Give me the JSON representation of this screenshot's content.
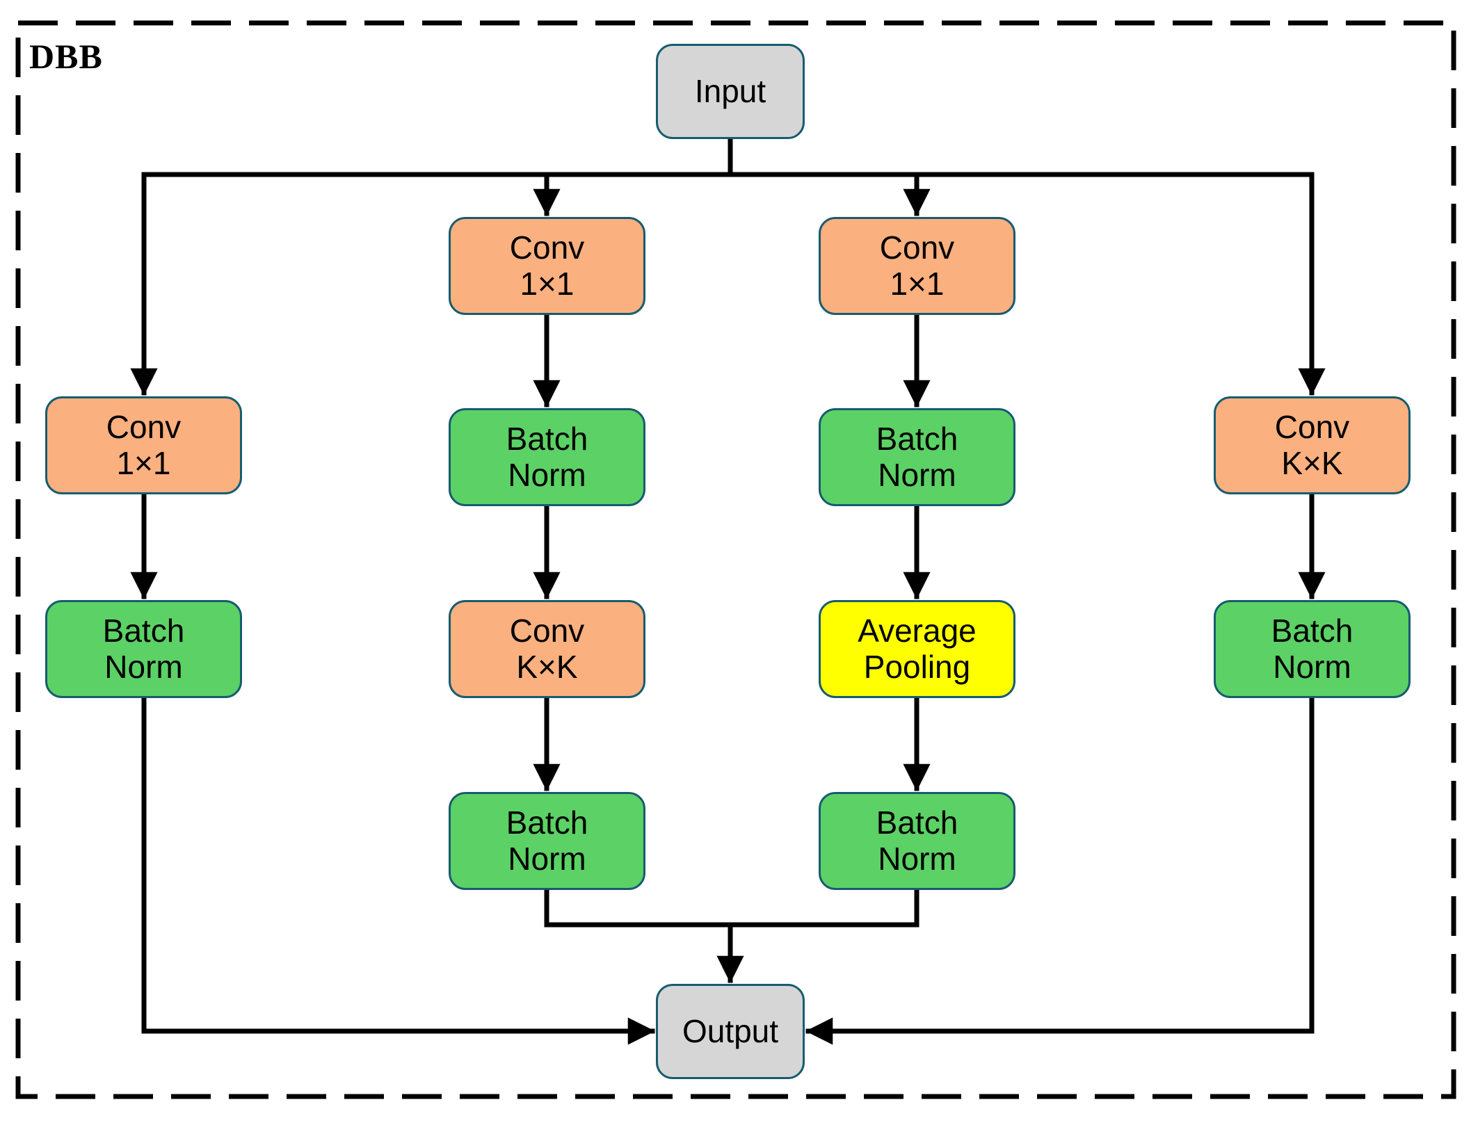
{
  "diagram": {
    "title": "DBB",
    "colors": {
      "conv_fill": "#FAB07F",
      "batch_norm_fill": "#5CD165",
      "average_pooling_fill": "#FFFF00",
      "io_fill": "#D6D6D6",
      "node_border": "#175C70",
      "connector": "#000000"
    },
    "nodes": {
      "input": {
        "label": "Input"
      },
      "branch1_conv_1x1": {
        "label": "Conv\n1×1"
      },
      "branch1_batch_norm": {
        "label": "Batch\nNorm"
      },
      "branch2_conv_1x1": {
        "label": "Conv\n1×1"
      },
      "branch2_batch_norm_1": {
        "label": "Batch\nNorm"
      },
      "branch2_conv_kxk": {
        "label": "Conv\nK×K"
      },
      "branch2_batch_norm_2": {
        "label": "Batch\nNorm"
      },
      "branch3_conv_1x1": {
        "label": "Conv\n1×1"
      },
      "branch3_batch_norm_1": {
        "label": "Batch\nNorm"
      },
      "branch3_average_pooling": {
        "label": "Average\nPooling"
      },
      "branch3_batch_norm_2": {
        "label": "Batch\nNorm"
      },
      "branch4_conv_kxk": {
        "label": "Conv\nK×K"
      },
      "branch4_batch_norm": {
        "label": "Batch\nNorm"
      },
      "output": {
        "label": "Output"
      }
    }
  }
}
